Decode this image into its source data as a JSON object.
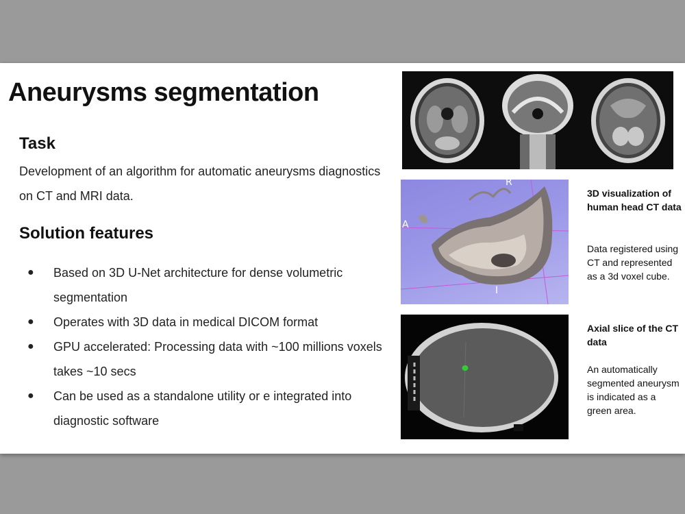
{
  "slide": {
    "title": "Aneurysms segmentation",
    "task_heading": "Task",
    "task_text": "Development of an algorithm for automatic aneurysms diagnostics on CT and MRI data.",
    "features_heading": "Solution features",
    "features": [
      "Based on 3D U-Net architecture for dense volumetric segmentation",
      "Operates with 3D data in medical DICOM format",
      "GPU accelerated: Processing data with ~100 millions voxels takes ~10 secs",
      "Can be used as a standalone utility or e integrated into diagnostic software"
    ],
    "bullet_glyph": "●"
  },
  "images": {
    "vis3d_labels": {
      "top": "R",
      "left": "A",
      "bottom": "I"
    }
  },
  "captions": {
    "vis3d_title": "3D visualization of human head CT data",
    "vis3d_text": "Data registered using CT and represented as a 3d voxel cube.",
    "ct_title": "Axial slice of the CT data",
    "ct_text": "An automatically segmented aneurysm is indicated as a green area."
  },
  "colors": {
    "background": "#9a9a9a",
    "slide": "#ffffff",
    "segmentation": "#33cc33"
  }
}
